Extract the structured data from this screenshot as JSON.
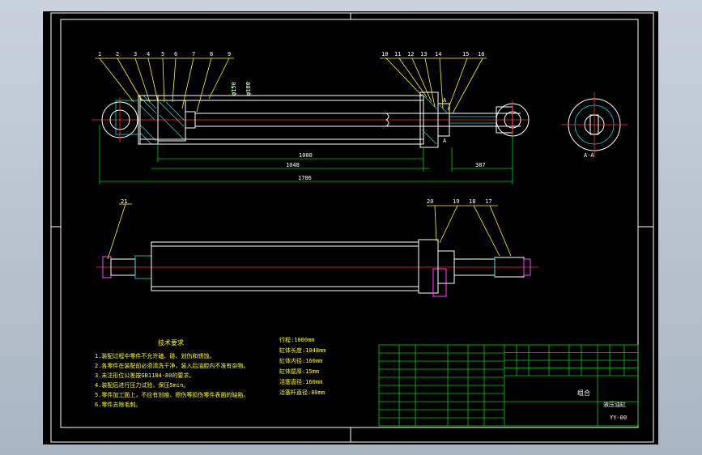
{
  "callouts_top": [
    "1",
    "2",
    "3",
    "4",
    "5",
    "6",
    "7",
    "8",
    "9",
    "10",
    "11",
    "12",
    "13",
    "14",
    "15",
    "16"
  ],
  "callouts_bottom": [
    "21",
    "20",
    "19",
    "18",
    "17"
  ],
  "dims": {
    "d1": "1000",
    "d2": "1048",
    "d3": "1786",
    "d4": "387",
    "dia1": "φ150",
    "dia2": "φ180"
  },
  "section_label": "A-A",
  "section_mark": "A",
  "tech": {
    "title": "技术要求",
    "lines": [
      "1.装配过程中零件不允许磕、碰、划伤和锈蚀。",
      "2.各零件在装配前必须清洗干净，装入后油腔内不准有杂物。",
      "3.未注形位公差按GB1184-80的要求。",
      "4.装配后进行压力试验，保压5min。",
      "5.零件加工面上，不应有划痕、擦伤等损伤零件表面的缺陷。",
      "6.零件去除毛刺。"
    ]
  },
  "params": [
    "行程:1000mm",
    "缸体长度:1048mm",
    "缸体内径:160mm",
    "缸体壁厚:15mm",
    "活塞直径:160mm",
    "活塞杆直径:80mm"
  ],
  "title_block": {
    "assembly": "组合",
    "name": "液压油缸",
    "code": "YY-00"
  },
  "colors": {
    "background": "#000000",
    "outline": "#ffffff",
    "center": "#ff3030",
    "hatch": "#00e5e5",
    "dim": "#00d000",
    "leader": "#ffff00",
    "rod": "#ff40ff"
  }
}
